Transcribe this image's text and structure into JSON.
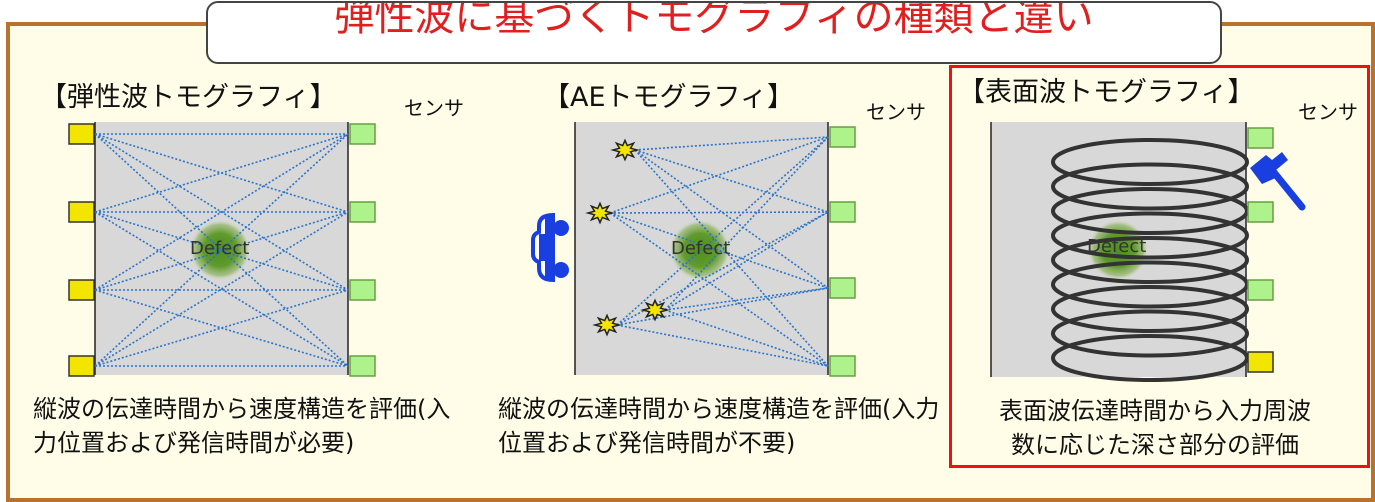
{
  "title": "弾性波に基づくトモグラフィの種類と違い",
  "panels": [
    {
      "heading": "【弾性波トモグラフィ】",
      "sensor_label": "センサ",
      "defect_label": "Defect",
      "caption": "縦波の伝達時間から速度構造を評価(入力位置および発信時間が必要)"
    },
    {
      "heading": "【AEトモグラフィ】",
      "sensor_label": "センサ",
      "defect_label": "Defect",
      "caption": "縦波の伝達時間から速度構造を評価(入力位置および発信時間が不要)"
    },
    {
      "heading": "【表面波トモグラフィ】",
      "sensor_label": "センサ",
      "defect_label": "Defect",
      "caption": "表面波伝達時間から入力周波数に応じた深さ部分の評価"
    }
  ],
  "icons": {
    "vehicle": "car-icon",
    "hammer": "hammer-icon",
    "ae_source": "burst-icon"
  },
  "colors": {
    "frame_border": "#b8722e",
    "frame_fill": "#fffde8",
    "title_text": "#e02020",
    "specimen": "#d8d8d8",
    "transmitter": "#f2e600",
    "receiver": "#aef28c",
    "ray": "#2b74c8",
    "defect": "#5a9a2a",
    "highlight": "#ee1111",
    "icon_blue": "#1a3fe0"
  }
}
